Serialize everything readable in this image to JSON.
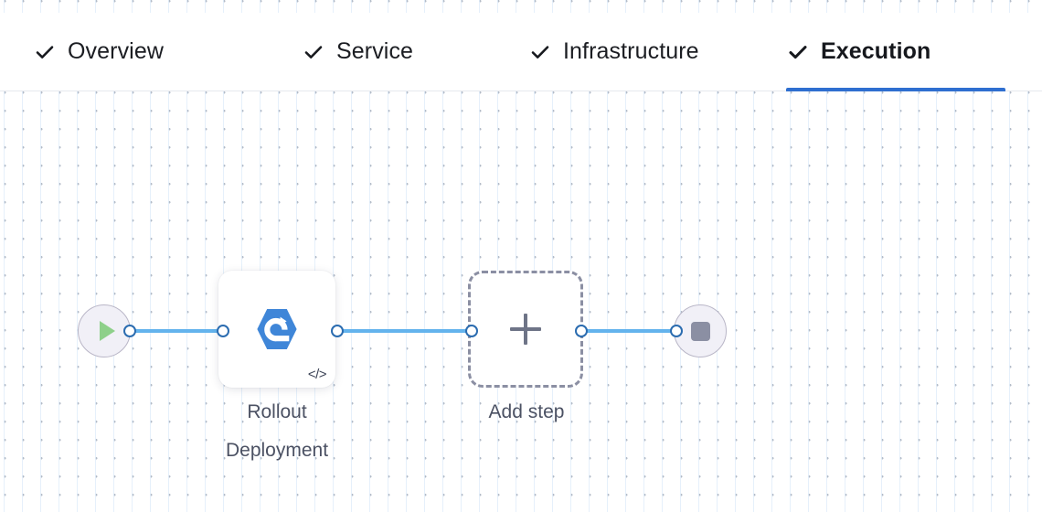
{
  "colors": {
    "accent_blue": "#2f6fd0",
    "edge_blue": "#63b3ed",
    "handle_blue": "#2b6cb0",
    "node_icon_blue": "#3f86d8",
    "play_green": "#8ed08a",
    "stop_gray": "#8b8fa3",
    "label_gray": "#4b5163",
    "dashed_border": "#8b8fa3",
    "grid_dot": "#b4bcc8",
    "canvas_bg": "#ffffff"
  },
  "tabs": [
    {
      "label": "Overview",
      "icon": "check-icon",
      "active": false,
      "completed": true
    },
    {
      "label": "Service",
      "icon": "check-icon",
      "active": false,
      "completed": true
    },
    {
      "label": "Infrastructure",
      "icon": "check-icon",
      "active": false,
      "completed": true
    },
    {
      "label": "Execution",
      "icon": "check-icon",
      "active": true,
      "completed": true
    }
  ],
  "flow": {
    "start_node": {
      "icon": "play-icon",
      "name": "start-node"
    },
    "end_node": {
      "icon": "stop-icon",
      "name": "end-node"
    },
    "step_card": {
      "label": "Rollout\nDeployment",
      "icon": "rollout-deployment-icon",
      "badge": "</>",
      "badge_name": "code-badge-icon"
    },
    "add_step": {
      "label": "Add step",
      "icon": "plus-icon"
    },
    "edges": 3,
    "handles": 6
  }
}
